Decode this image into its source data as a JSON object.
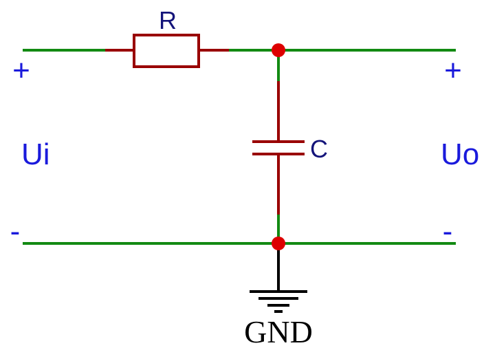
{
  "colors": {
    "wire": "#128a12",
    "component": "#990000",
    "junction": "#dd0000",
    "ground": "#000000",
    "label_blue": "#1a1adc",
    "label_navy": "#14147a"
  },
  "labels": {
    "resistor": "R",
    "capacitor": "C",
    "input_plus": "+",
    "input_minus": "-",
    "input_name": "Ui",
    "output_plus": "+",
    "output_minus": "-",
    "output_name": "Uo",
    "ground": "GND"
  },
  "icons": {
    "ground": "ground-symbol-icon",
    "junction": "junction-dot-icon"
  }
}
